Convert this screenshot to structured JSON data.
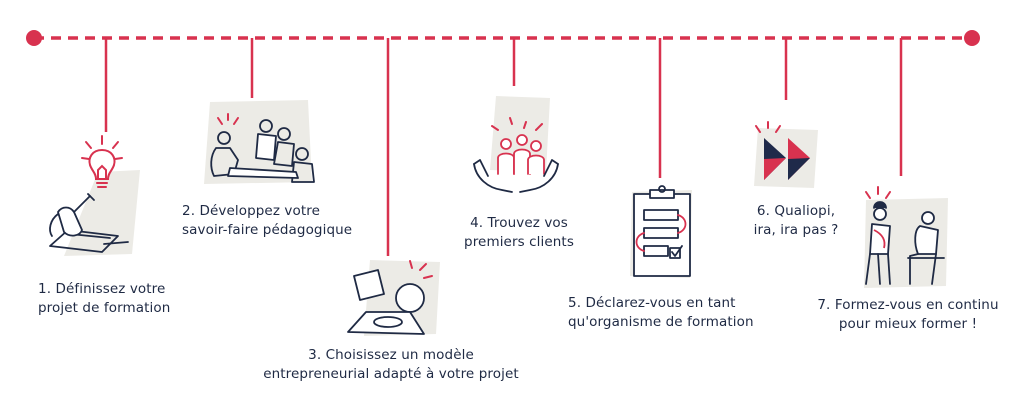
{
  "colors": {
    "accent": "#d8324f",
    "ink": "#1f2a44",
    "shade": "#ecebe6",
    "navy": "#1f2a4a"
  },
  "steps": [
    {
      "lines": [
        "1. Définissez votre",
        "projet de formation"
      ],
      "icon": "lightbulb-writing-icon"
    },
    {
      "lines": [
        "2. Développez votre",
        "savoir-faire pédagogique"
      ],
      "icon": "team-meeting-icon"
    },
    {
      "lines": [
        "3. Choisissez un modèle",
        "entrepreneurial adapté à votre projet"
      ],
      "icon": "shapes-icon"
    },
    {
      "lines": [
        "4. Trouvez vos",
        "premiers clients"
      ],
      "icon": "hands-people-icon"
    },
    {
      "lines": [
        "5. Déclarez-vous en tant",
        "qu'organisme de formation"
      ],
      "icon": "clipboard-icon"
    },
    {
      "lines": [
        "6. Qualiopi,",
        "ira, ira pas ?"
      ],
      "icon": "qualiopi-logo-icon"
    },
    {
      "lines": [
        "7. Formez-vous en continu",
        "pour mieux former !"
      ],
      "icon": "two-people-icon"
    }
  ]
}
